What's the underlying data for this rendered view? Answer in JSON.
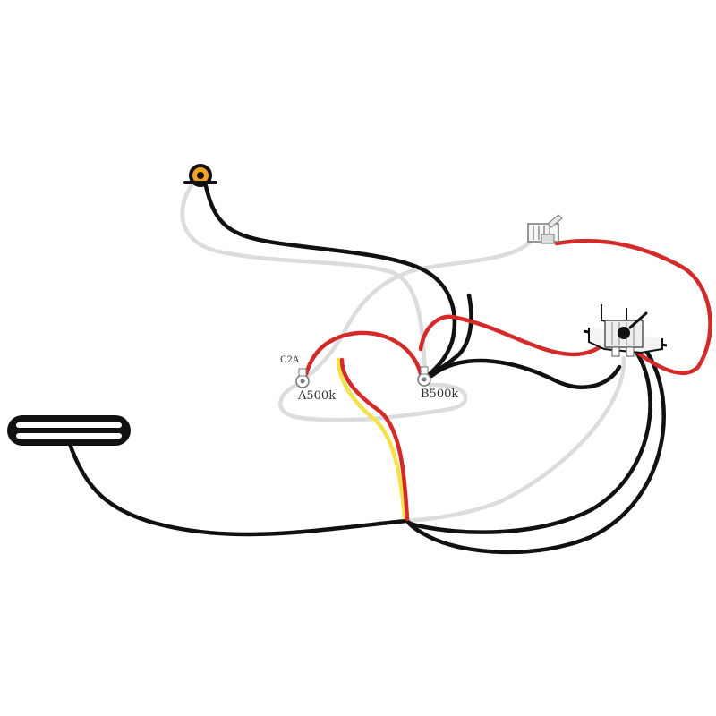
{
  "diagram": {
    "components": {
      "pot_a": {
        "label": "A500k"
      },
      "pot_b": {
        "label": "B500k"
      },
      "capacitor": {
        "label": "C2A"
      }
    },
    "wire_colors": {
      "black": "#111111",
      "white": "#dcdcdc",
      "red": "#d42a2a",
      "yellow": "#f4e24a"
    }
  }
}
